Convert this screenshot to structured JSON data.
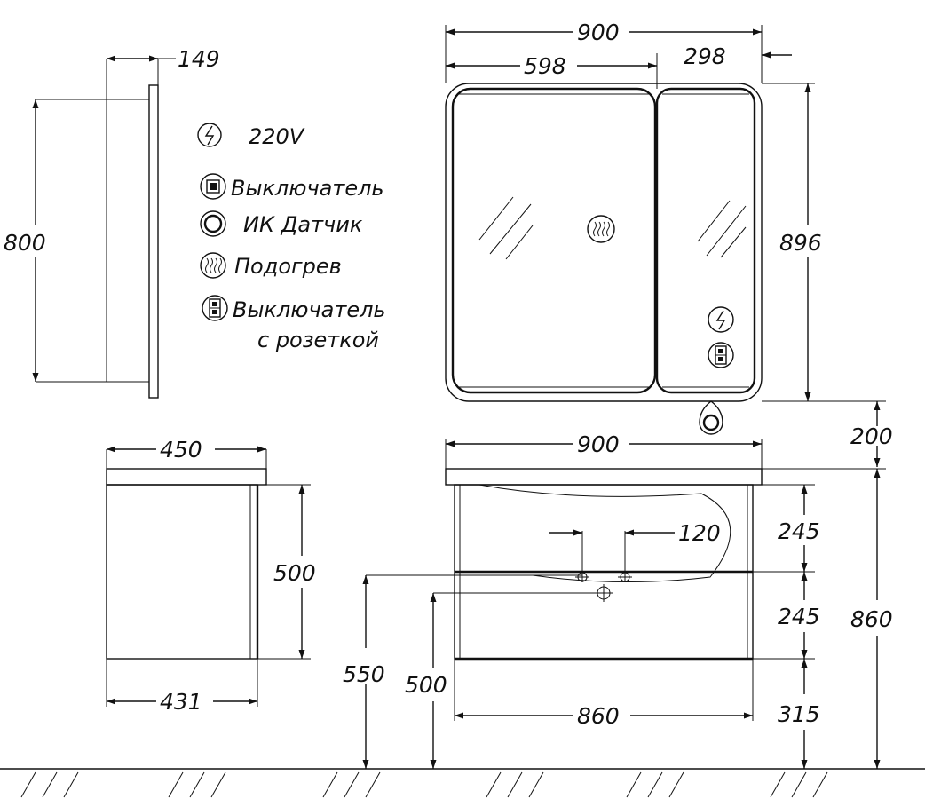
{
  "dimensions": {
    "mirror_width": "900",
    "mirror_left_door": "598",
    "mirror_right_door": "298",
    "mirror_height": "896",
    "mirror_depth": "149",
    "mirror_side_height": "800",
    "gap_above_top": "200",
    "vanity_width": "900",
    "vanity_depth": "450",
    "vanity_body_depth": "431",
    "vanity_front_height": "500",
    "drawer_height_top": "245",
    "drawer_height_bottom": "245",
    "floor_clearance": "315",
    "total_height": "860",
    "cabinet_width": "860",
    "tap_spacing": "120",
    "water_height": "550",
    "drain_height": "500"
  },
  "legend": {
    "power": "220V",
    "switch": "Выключатель",
    "ir_sensor": "ИК Датчик",
    "heating": "Подогрев",
    "switch_socket_line1": "Выключатель",
    "switch_socket_line2": "с розеткой"
  }
}
